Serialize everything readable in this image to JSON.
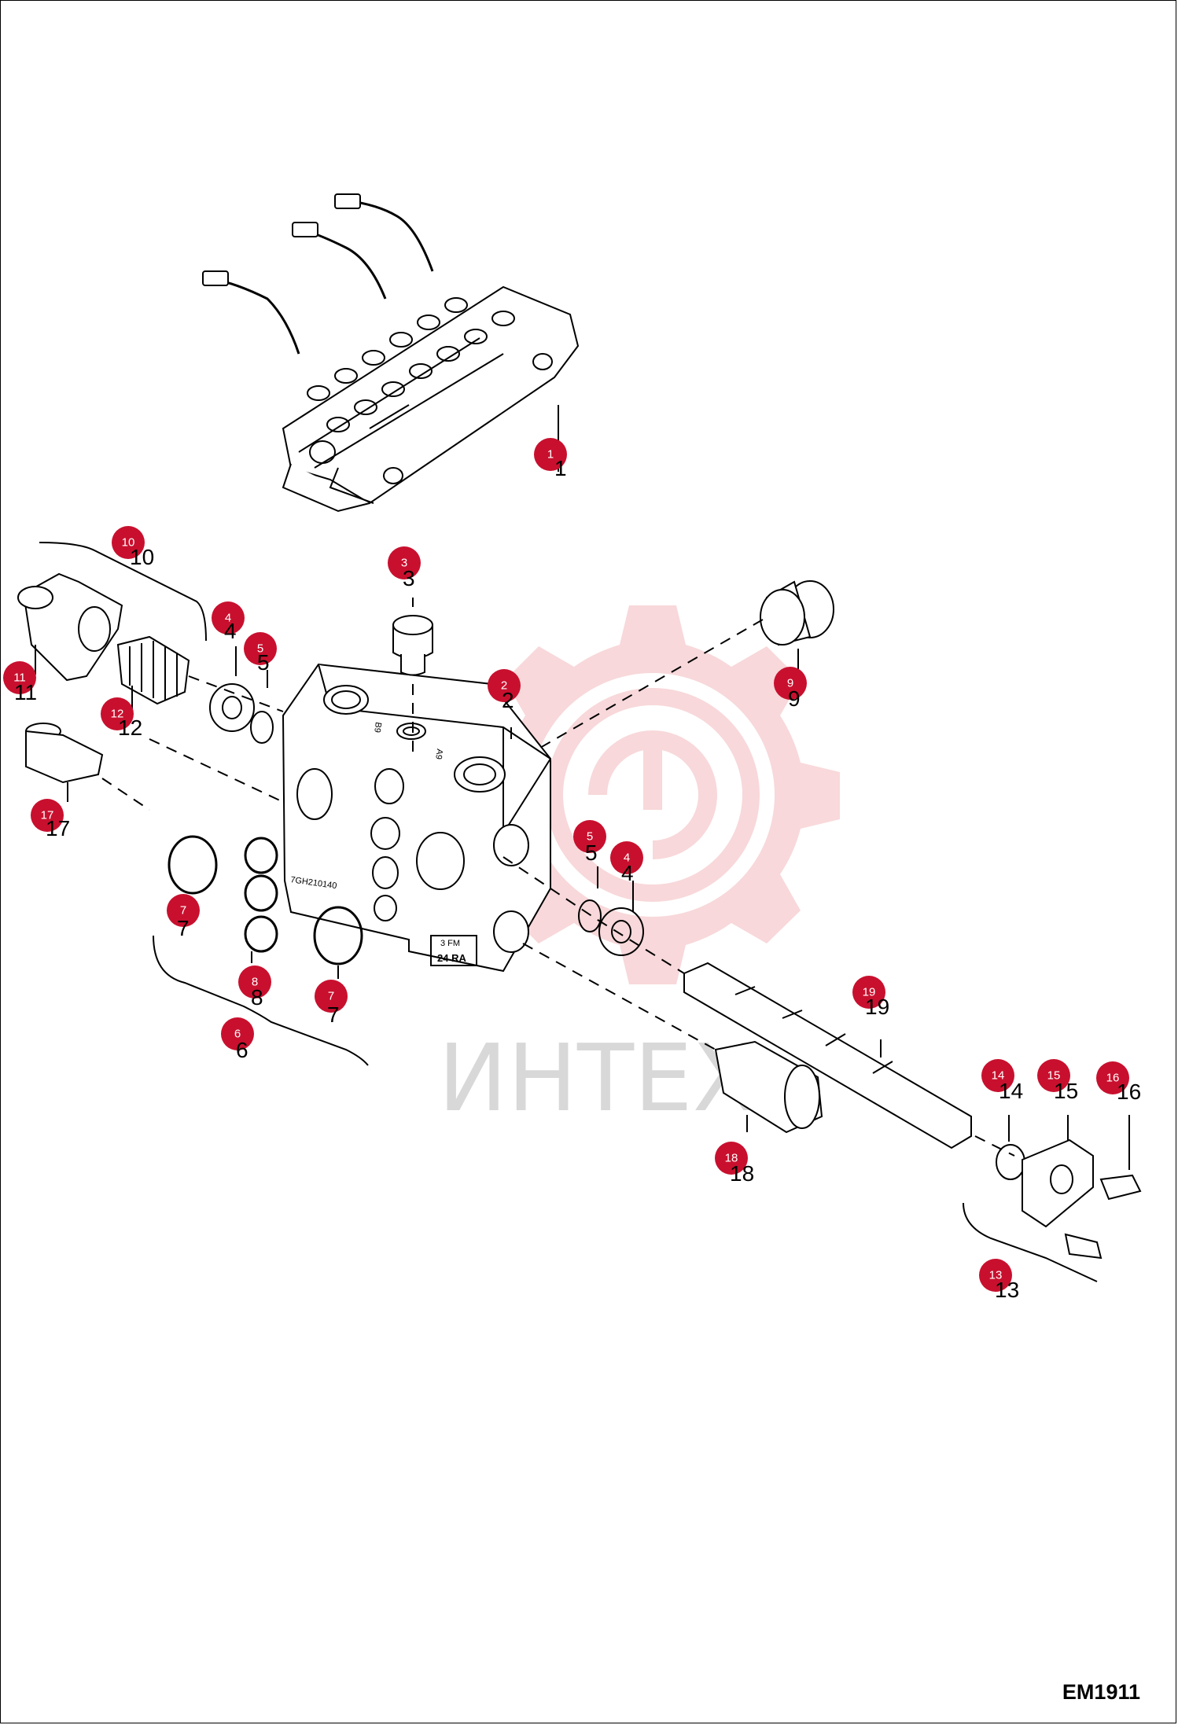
{
  "document_code": "EM1911",
  "watermark": {
    "text": "ИНТЕХ",
    "color": "#f2b3b8"
  },
  "callout_color": "#c8102e",
  "part_stamps": {
    "body_serial": "7GH210140",
    "b_port": "B9",
    "a_port": "A9",
    "fm": "3 FM",
    "ra": "24 RA"
  },
  "callouts": [
    {
      "id": "c1",
      "label": "1"
    },
    {
      "id": "c2",
      "label": "2"
    },
    {
      "id": "c3",
      "label": "3"
    },
    {
      "id": "c4a",
      "label": "4"
    },
    {
      "id": "c4b",
      "label": "4"
    },
    {
      "id": "c5a",
      "label": "5"
    },
    {
      "id": "c5b",
      "label": "5"
    },
    {
      "id": "c6",
      "label": "6"
    },
    {
      "id": "c7a",
      "label": "7"
    },
    {
      "id": "c7b",
      "label": "7"
    },
    {
      "id": "c8",
      "label": "8"
    },
    {
      "id": "c9",
      "label": "9"
    },
    {
      "id": "c10",
      "label": "10"
    },
    {
      "id": "c11",
      "label": "11"
    },
    {
      "id": "c12",
      "label": "12"
    },
    {
      "id": "c13",
      "label": "13"
    },
    {
      "id": "c14",
      "label": "14"
    },
    {
      "id": "c15",
      "label": "15"
    },
    {
      "id": "c16",
      "label": "16"
    },
    {
      "id": "c17",
      "label": "17"
    },
    {
      "id": "c18",
      "label": "18"
    },
    {
      "id": "c19",
      "label": "19"
    }
  ]
}
